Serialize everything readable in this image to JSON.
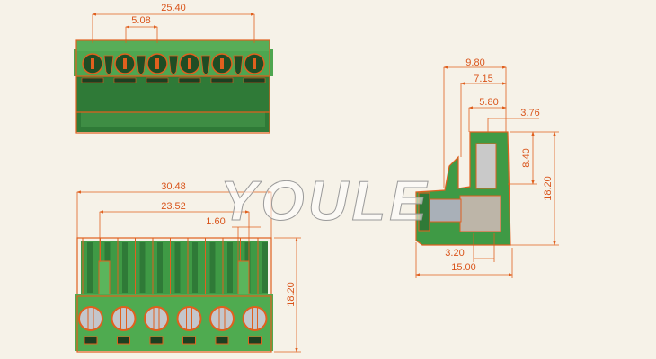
{
  "watermark": "YOULE",
  "colors": {
    "body": "#3f9a45",
    "outline": "#e0601e",
    "background": "#f6f2e8",
    "dimension_text": "#d9541a"
  },
  "top_view": {
    "dims": {
      "overall_pitch_span": "25.40",
      "pitch": "5.08"
    },
    "positions": 6
  },
  "front_view": {
    "dims": {
      "overall_width": "30.48",
      "pin_span": "23.52",
      "pin_width": "1.60",
      "height": "18.20"
    },
    "positions": 6
  },
  "side_view": {
    "dims": {
      "d1": "9.80",
      "d2": "7.15",
      "d3": "5.80",
      "d4": "3.76",
      "d5": "8.40",
      "height": "18.20",
      "d6": "3.20",
      "depth": "15.00"
    }
  }
}
